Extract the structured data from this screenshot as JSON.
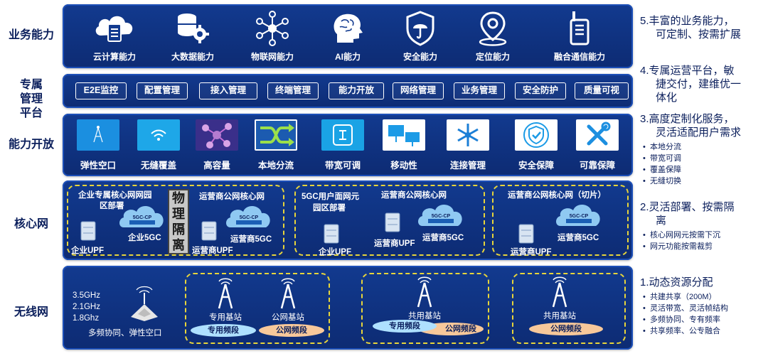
{
  "rows": {
    "business": "业务能力",
    "platform": "专属管理平台",
    "open": "能力开放",
    "core": "核心网",
    "wireless": "无线网"
  },
  "business_items": [
    {
      "label": "云计算能力",
      "icon": "cloud-document-icon"
    },
    {
      "label": "大数据能力",
      "icon": "database-gear-icon"
    },
    {
      "label": "物联网能力",
      "icon": "network-hub-icon"
    },
    {
      "label": "AI能力",
      "icon": "brain-head-icon"
    },
    {
      "label": "安全能力",
      "icon": "shield-icon"
    },
    {
      "label": "定位能力",
      "icon": "location-pin-icon"
    },
    {
      "label": "融合通信能力",
      "icon": "walkie-talkie-icon"
    }
  ],
  "platform_items": [
    "E2E监控",
    "配置管理",
    "接入管理",
    "终端管理",
    "能力开放",
    "网络管理",
    "业务管理",
    "安全防护",
    "质量可视"
  ],
  "open_items": [
    {
      "label": "弹性空口",
      "icon": "tower-tile-icon"
    },
    {
      "label": "无缝覆盖",
      "icon": "wifi-tile-icon"
    },
    {
      "label": "高容量",
      "icon": "molecule-tile-icon"
    },
    {
      "label": "本地分流",
      "icon": "shuffle-tile-icon"
    },
    {
      "label": "带宽可调",
      "icon": "bracket-tile-icon"
    },
    {
      "label": "移动性",
      "icon": "screens-tile-icon"
    },
    {
      "label": "连接管理",
      "icon": "snowflake-tile-icon"
    },
    {
      "label": "安全保障",
      "icon": "shield-check-tile-icon"
    },
    {
      "label": "可靠保障",
      "icon": "tools-tile-icon"
    }
  ],
  "core": {
    "g1_title": "企业专属核心网网园区部署",
    "g1_line1": "企业专属核心网网园",
    "g1_line2": "区部署",
    "g1_5gc": "企业5GC",
    "g1_upf": "企业UPF",
    "isolation": [
      "物",
      "理",
      "隔",
      "离"
    ],
    "g1_op_title": "运营商公网核心网",
    "g1_op_5gc": "运营商5GC",
    "g1_op_upf": "运营商UPF",
    "g2_line1": "5GC用户面网元",
    "g2_line2": "园区部署",
    "g2_op_title": "运营商公网核心网",
    "g2_upf": "企业UPF",
    "g2_op_upf": "运营商UPF",
    "g2_op_5gc": "运营商5GC",
    "g3_title": "运营商公网核心网（切片）",
    "g3_upf": "运营商UPF",
    "g3_5gc": "运营商5GC",
    "cp_label": "5GC-CP"
  },
  "wireless": {
    "freqs": [
      "3.5GHz",
      "2.1GHz",
      "1.8Ghz"
    ],
    "note": "多频协同、弹性空口",
    "g1_station_a": "专用基站",
    "g1_station_b": "公网基站",
    "g1_band_a": "专用频段",
    "g1_band_b": "公网频段",
    "g2_station": "共用基站",
    "g2_band_a": "专用频段",
    "g2_band_b": "公网频段",
    "g3_station": "共用基站",
    "g3_band": "公网频段"
  },
  "side": {
    "s5": {
      "h1": "5.丰富的业务能力，",
      "h2": "可定制、按需扩展"
    },
    "s4": {
      "h1": "4.专属运营平台，敏",
      "h2": "捷交付，建维优一",
      "h3": "体化"
    },
    "s3": {
      "h1": "3.高度定制化服务，",
      "h2": "灵活适配用户需求",
      "items": [
        "本地分流",
        "带宽可调",
        "覆盖保障",
        "无缝切换"
      ]
    },
    "s2": {
      "h1": "2.灵活部署、按需隔",
      "h2": "离",
      "items": [
        "核心网网元按需下沉",
        "网元功能按需裁剪"
      ]
    },
    "s1": {
      "h1": "1.动态资源分配",
      "items": [
        "共建共享（200M）",
        "灵活带宽、灵活帧结构",
        "多频协同、专有频率",
        "共享频率、公专融合"
      ]
    }
  },
  "colors": {
    "panel": "#0d2b73",
    "dash": "#e8d53a",
    "accent": "#1c9be6"
  }
}
